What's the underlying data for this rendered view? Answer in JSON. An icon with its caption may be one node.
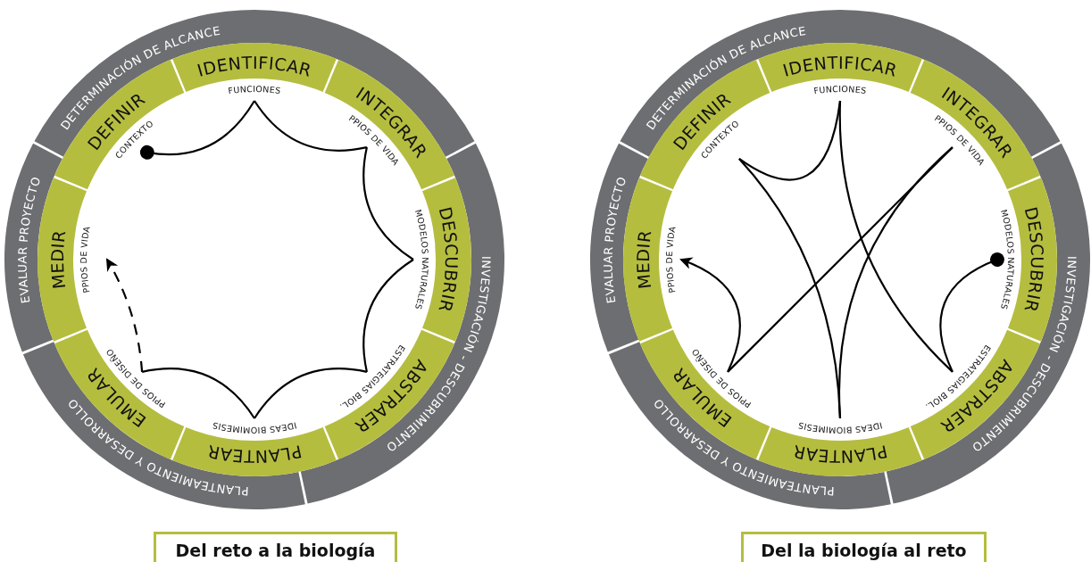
{
  "diagram": {
    "nodes": [
      {
        "text": [
          "DETERMINACIÓN DE ALCANCE"
        ]
      },
      {
        "text": [
          "INVESTIGACIÓN - DESCUBRIMIENTO"
        ]
      },
      {
        "text": [
          "PLANTEAMIENTO Y DESARROLLO"
        ]
      },
      {
        "text": [
          "EVALUAR PROYECTO"
        ]
      },
      {
        "text": [
          "IDENTIFICAR"
        ]
      },
      {
        "text": [
          "INTEGRAR"
        ]
      },
      {
        "text": [
          "DESCUBRIR"
        ]
      },
      {
        "text": [
          "ABSTRAER"
        ]
      },
      {
        "text": [
          "PLANTEAR"
        ]
      },
      {
        "text": [
          "EMULAR"
        ]
      },
      {
        "text": [
          "MEDIR"
        ]
      },
      {
        "text": [
          "DEFINIR"
        ]
      },
      {
        "text": [
          "FUNCIONES"
        ]
      },
      {
        "text": [
          "PPIOS DE VIDA"
        ]
      },
      {
        "text": [
          "MODELOS NATURALES"
        ]
      },
      {
        "text": [
          "ESTRATEGIAS BIOL."
        ]
      },
      {
        "text": [
          "IDEAS BIOMIMESIS"
        ]
      },
      {
        "text": [
          "PPIOS DE DISEÑO"
        ]
      },
      {
        "text": [
          "PPIOS DE VIDA"
        ]
      },
      {
        "text": [
          "CONTEXTO"
        ]
      },
      {
        "text": [
          "Del reto a la biología"
        ]
      },
      {
        "text": [
          "DETERMINACIÓN DE ALCANCE"
        ]
      },
      {
        "text": [
          "INVESTIGACIÓN - DESCUBRIMIENTO"
        ]
      },
      {
        "text": [
          "PLANTEAMIENTO Y DESARROLLO"
        ]
      },
      {
        "text": [
          "EVALUAR PROYECTO"
        ]
      },
      {
        "text": [
          "IDENTIFICAR"
        ]
      },
      {
        "text": [
          "INTEGRAR"
        ]
      },
      {
        "text": [
          "DESCUBRIR"
        ]
      },
      {
        "text": [
          "ABSTRAER"
        ]
      },
      {
        "text": [
          "PLANTEAR"
        ]
      },
      {
        "text": [
          "EMULAR"
        ]
      },
      {
        "text": [
          "MEDIR"
        ]
      },
      {
        "text": [
          "DEFINIR"
        ]
      },
      {
        "text": [
          "FUNCIONES"
        ]
      },
      {
        "text": [
          "PPIOS DE VIDA"
        ]
      },
      {
        "text": [
          "MODELOS NATURALES"
        ]
      },
      {
        "text": [
          "ESTRATEGIAS BIOL."
        ]
      },
      {
        "text": [
          "IDEAS BIOMIMESIS"
        ]
      },
      {
        "text": [
          "PPIOS DE DISEÑO"
        ]
      },
      {
        "text": [
          "PPIOS DE VIDA"
        ]
      },
      {
        "text": [
          "CONTEXTO"
        ]
      },
      {
        "text": [
          "Del la biología al reto"
        ]
      }
    ],
    "edges": [
      {
        "from": 19,
        "to": 12,
        "arrow": "other"
      },
      {
        "from": 12,
        "to": 13,
        "arrow": "none"
      },
      {
        "from": 13,
        "to": 14,
        "arrow": "none"
      },
      {
        "from": 14,
        "to": 15,
        "arrow": "none"
      },
      {
        "from": 15,
        "to": 16,
        "arrow": "none"
      },
      {
        "from": 16,
        "to": 17,
        "arrow": "none"
      },
      {
        "from": 17,
        "to": 18,
        "arrow": "to",
        "style": "dashed"
      },
      {
        "from": 35,
        "to": 36,
        "arrow": "other"
      },
      {
        "from": 36,
        "to": 33,
        "arrow": "none"
      },
      {
        "from": 33,
        "to": 40,
        "arrow": "none"
      },
      {
        "from": 40,
        "to": 37,
        "arrow": "none"
      },
      {
        "from": 37,
        "to": 34,
        "arrow": "none"
      },
      {
        "from": 34,
        "to": 38,
        "arrow": "none"
      },
      {
        "from": 38,
        "to": 39,
        "arrow": "to"
      }
    ]
  }
}
